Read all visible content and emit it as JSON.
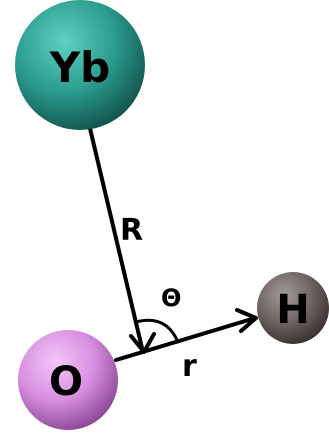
{
  "atoms": {
    "yb": {
      "label": "Yb",
      "color": "#2a9d8f"
    },
    "o": {
      "label": "O",
      "color": "#d78fe0"
    },
    "h": {
      "label": "H",
      "color": "#6e6462"
    }
  },
  "labels": {
    "R": "R",
    "r": "r",
    "theta": "Θ"
  }
}
